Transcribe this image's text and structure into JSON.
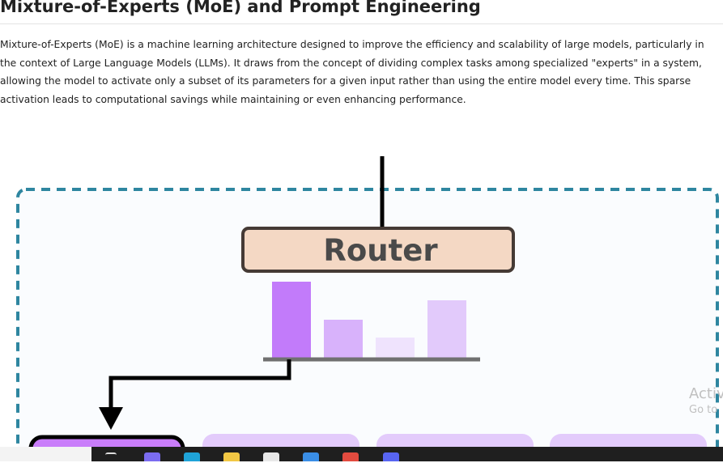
{
  "page": {
    "title": "Mixture-of-Experts (MoE) and Prompt Engineering",
    "intro_lines": [
      "Mixture-of-Experts (MoE) is a machine learning architecture designed to improve the efficiency and scalability of large models, particularly in",
      "the context of Large Language Models (LLMs). It draws from the concept of dividing complex tasks among specialized \"experts\" in a system,",
      "allowing the model to activate only a subset of its parameters for a given input rather than using the entire model every time. This sparse",
      "activation leads to computational savings while maintaining or even enhancing performance."
    ]
  },
  "diagram": {
    "router_label": "Router",
    "gate_levels": [
      1.0,
      0.5,
      0.27,
      0.75
    ],
    "selected_expert_index": 0,
    "expert_count": 4,
    "colors": {
      "frame_dash": "#2e86a0",
      "panel_bg": "#fafcfe",
      "router_fill": "#f4d8c4",
      "router_border": "#453a35",
      "router_text": "#4a4a4a",
      "bar_strong": "#c27bfa",
      "bar_mid": "#d8b2fb",
      "bar_light": "#e2cafb",
      "bar_faint": "#efe3fd",
      "baseline": "#707070",
      "arrow": "#000000",
      "expert_selected": "#c97dfa",
      "expert_other": "#e3cbfb"
    }
  },
  "overlay": {
    "activate_line1": "Activ",
    "activate_line2": "Go to"
  },
  "taskbar": {
    "icons": [
      "task-view-icon",
      "copilot-icon",
      "edge-icon",
      "file-explorer-icon",
      "store-icon",
      "app-icon",
      "chrome-icon",
      "discord-icon"
    ],
    "icon_colors": [
      "#dddddd",
      "#7b6cf0",
      "#1fa3d8",
      "#f2c744",
      "#e8e8e8",
      "#3a8ee6",
      "#e34b3f",
      "#5865f2"
    ]
  }
}
